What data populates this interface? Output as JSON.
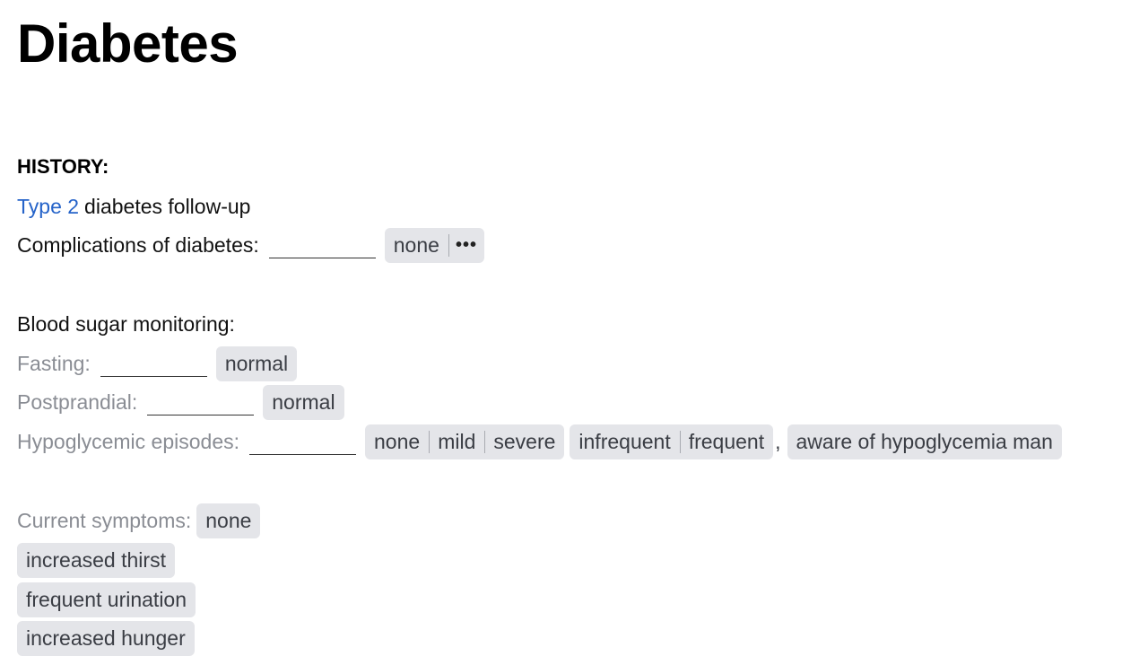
{
  "title": "Diabetes",
  "history": {
    "heading": "HISTORY:",
    "type_link": "Type 2",
    "followup_text": "diabetes follow-up",
    "complications": {
      "label": "Complications of diabetes:",
      "value": "",
      "chip_none": "none",
      "chip_more": "•••"
    }
  },
  "monitoring": {
    "heading": "Blood sugar monitoring:",
    "fasting": {
      "label": "Fasting:",
      "value": "",
      "chip": "normal"
    },
    "postprandial": {
      "label": "Postprandial:",
      "value": "",
      "chip": "normal"
    },
    "hypoglycemic": {
      "label": "Hypoglycemic episodes:",
      "value": "",
      "severity_options": [
        "none",
        "mild",
        "severe"
      ],
      "frequency_options": [
        "infrequent",
        "frequent"
      ],
      "separator": ",",
      "awareness_chip": "aware of hypoglycemia man"
    }
  },
  "symptoms": {
    "label": "Current symptoms:",
    "chip_none": "none",
    "items": [
      "increased thirst",
      "frequent urination",
      "increased hunger"
    ]
  },
  "colors": {
    "link": "#2563c9",
    "muted_label": "#8a8d94",
    "chip_background": "#e4e5e9",
    "chip_text": "#3a3d44"
  }
}
